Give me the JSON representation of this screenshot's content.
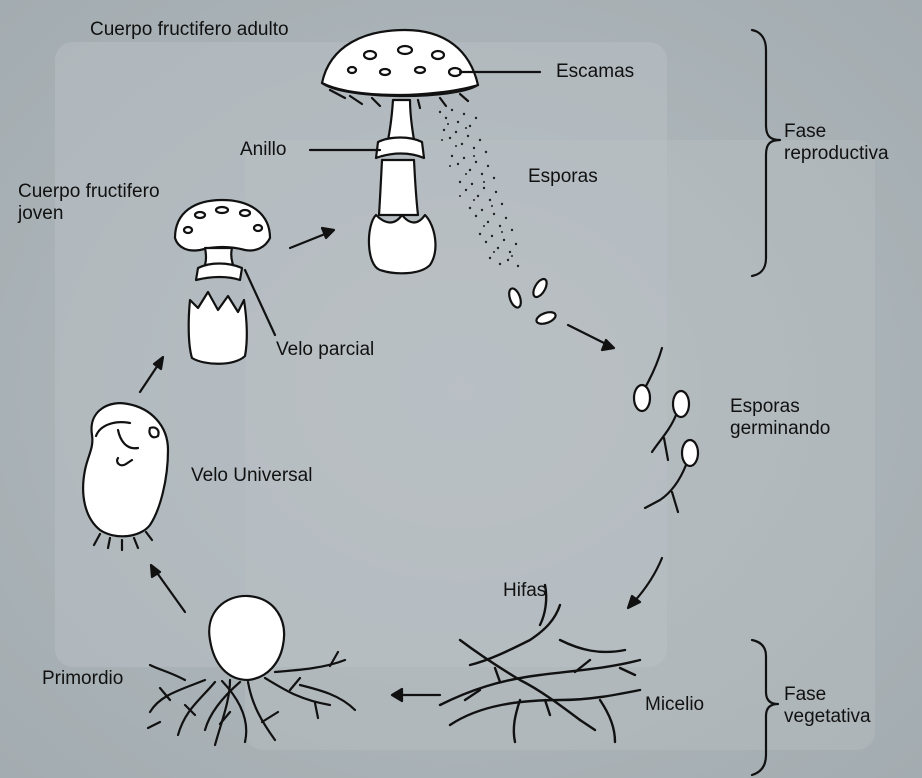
{
  "labels": {
    "adult_body": "Cuerpo fructifero adulto",
    "scales": "Escamas",
    "ring": "Anillo",
    "spores": "Esporas",
    "young_body": "Cuerpo fructifero\njoven",
    "partial_veil": "Velo parcial",
    "germinating_spores": "Esporas\ngerminando",
    "universal_veil": "Velo Universal",
    "hyphae": "Hifas",
    "primordium": "Primordio",
    "mycelium": "Micelio",
    "reproductive_phase": "Fase\nreproductiva",
    "vegetative_phase": "Fase\nvegetativa"
  },
  "colors": {
    "background": "#a9b2b6",
    "panel": "#b6bec2",
    "ink": "#111111",
    "fill": "#ffffff"
  }
}
